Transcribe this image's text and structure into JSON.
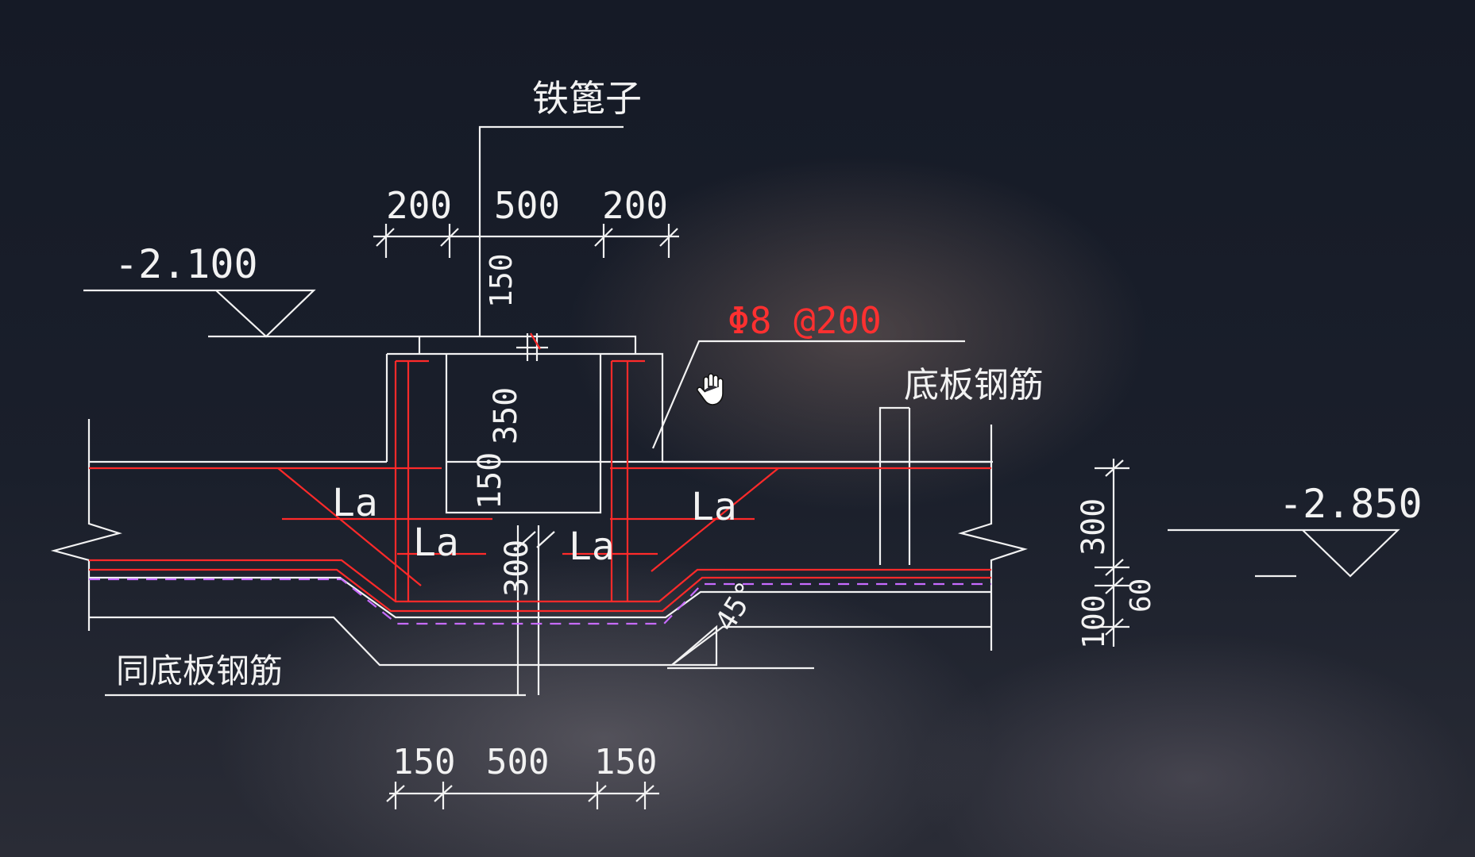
{
  "labels": {
    "cage": "铁篦子",
    "bottom_rebar": "底板钢筋",
    "same_bottom_rebar": "同底板钢筋",
    "rebar_spec": "Φ8 @200"
  },
  "elevations": {
    "top": "-2.100",
    "bottom": "-2.850"
  },
  "dimensions": {
    "top_left": "200",
    "top_mid": "500",
    "top_right": "200",
    "v150_top": "150",
    "v350": "350",
    "v150_mid": "150",
    "v300_mid": "300",
    "right_300": "300",
    "right_60": "60",
    "right_100": "100",
    "bottom_left": "150",
    "bottom_mid": "500",
    "bottom_right": "150",
    "angle": "45°"
  },
  "anchor_labels": [
    "La",
    "La",
    "La",
    "La"
  ],
  "colors": {
    "line": "#f2f2f2",
    "rebar": "#ff2a2a",
    "waterproof": "#c76bff"
  }
}
